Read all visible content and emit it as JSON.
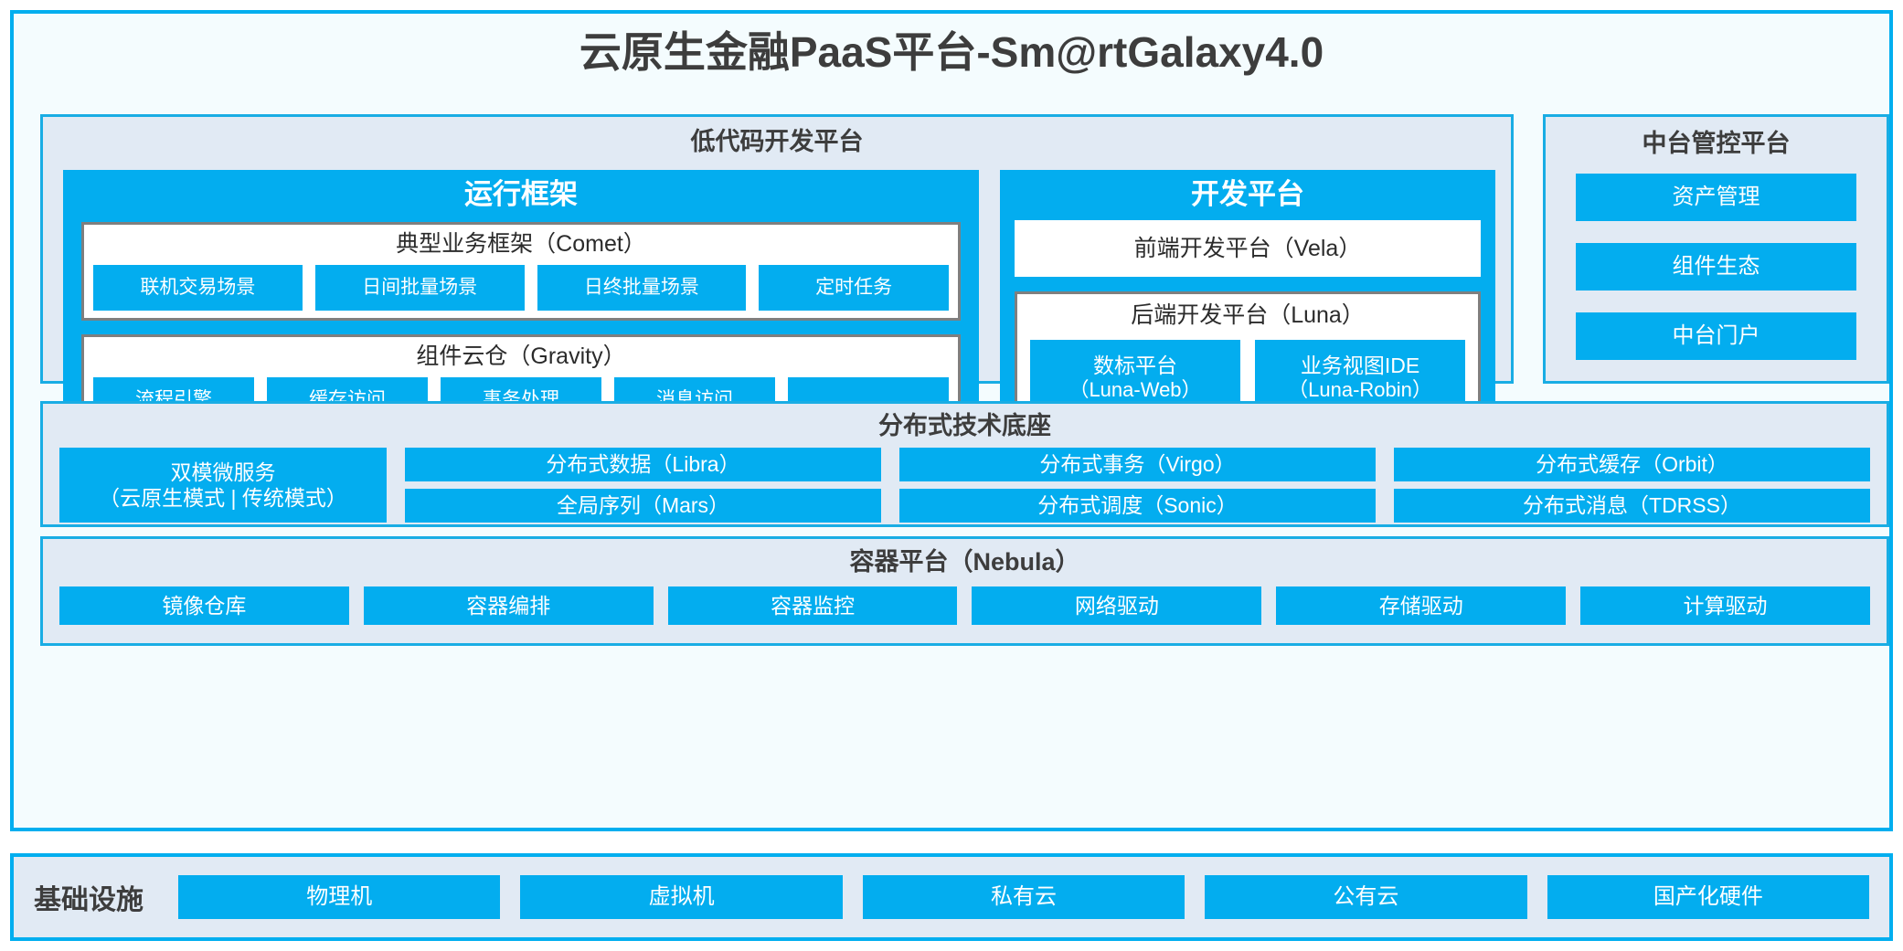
{
  "title": "云原生金融PaaS平台-Sm@rtGalaxy4.0",
  "colors": {
    "accent_blue": "#03ADEF",
    "frame_blue": "#00AEEF",
    "panel_bg": "#e1eaf4",
    "page_bg": "#f4fcfe",
    "inner_border_gray": "#7f7f7f"
  },
  "lowcode": {
    "title": "低代码开发平台",
    "runtime": {
      "title": "运行框架",
      "comet": {
        "title": "典型业务框架（Comet）",
        "items": [
          "联机交易场景",
          "日间批量场景",
          "日终批量场景",
          "定时任务"
        ]
      },
      "gravity": {
        "title": "组件云仓（Gravity）",
        "items": [
          "流程引擎",
          "缓存访问",
          "事务处理",
          "消息访问",
          "……"
        ]
      }
    },
    "devplat": {
      "title": "开发平台",
      "vela": "前端开发平台（Vela）",
      "luna": {
        "title": "后端开发平台（Luna）",
        "items": [
          {
            "name": "数标平台",
            "sub": "（Luna-Web）"
          },
          {
            "name": "业务视图IDE",
            "sub": "（Luna-Robin）"
          }
        ]
      }
    }
  },
  "midplat": {
    "title": "中台管控平台",
    "items": [
      "资产管理",
      "组件生态",
      "中台门户"
    ]
  },
  "distributed": {
    "title": "分布式技术底座",
    "dual_mode": {
      "name": "双模微服务",
      "sub": "（云原生模式 | 传统模式）"
    },
    "columns": [
      [
        "分布式数据（Libra）",
        "全局序列（Mars）"
      ],
      [
        "分布式事务（Virgo）",
        "分布式调度（Sonic）"
      ],
      [
        "分布式缓存（Orbit）",
        "分布式消息（TDRSS）"
      ]
    ]
  },
  "container": {
    "title": "容器平台（Nebula）",
    "items": [
      "镜像仓库",
      "容器编排",
      "容器监控",
      "网络驱动",
      "存储驱动",
      "计算驱动"
    ]
  },
  "infrastructure": {
    "label": "基础设施",
    "items": [
      "物理机",
      "虚拟机",
      "私有云",
      "公有云",
      "国产化硬件"
    ]
  }
}
